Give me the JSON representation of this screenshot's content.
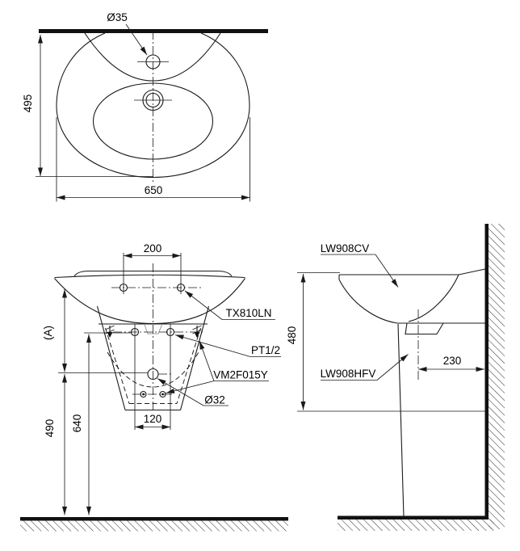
{
  "drawing": {
    "colors": {
      "line": "#1a1a1a",
      "background": "#ffffff"
    },
    "views": {
      "top": {
        "faucet_hole_dia": "Ø35",
        "depth": "495",
        "width": "650"
      },
      "front": {
        "faucet_hole_spacing": "200",
        "faucet_model": "TX810LN",
        "supply_connection": "PT1/2",
        "drain_fitting_model": "VM2F015Y",
        "drain_dia": "Ø32",
        "ref_height": "(A)",
        "drain_height": "490",
        "supply_height": "640",
        "bolt_spacing": "120"
      },
      "side": {
        "basin_model": "LW908CV",
        "pedestal_model": "LW908HFV",
        "rim_to_shroud_height": "480",
        "drain_wall_offset": "230"
      }
    }
  }
}
